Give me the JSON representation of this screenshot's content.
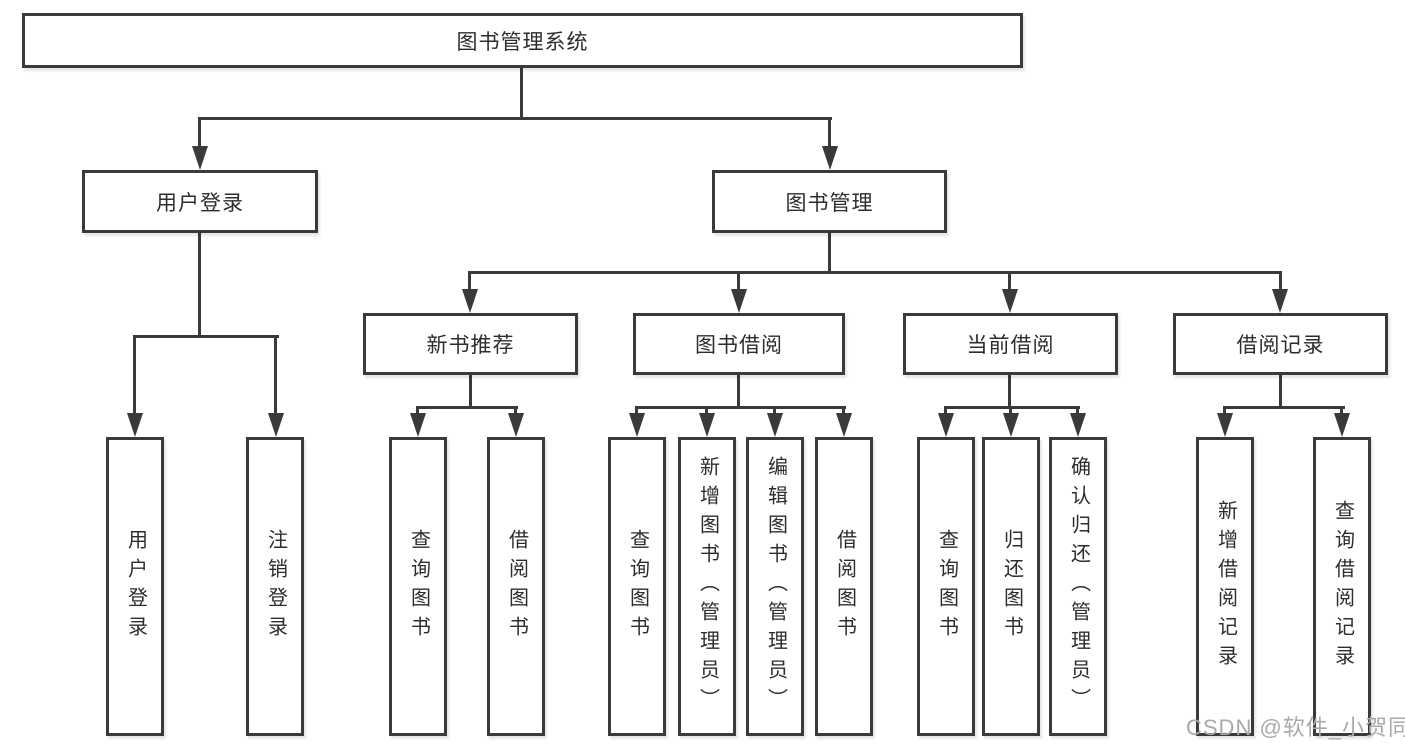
{
  "diagram": {
    "title_node": "图书管理系统",
    "branches": [
      {
        "label": "用户登录",
        "children": [
          {
            "label": "用户登录"
          },
          {
            "label": "注销登录"
          }
        ]
      },
      {
        "label": "图书管理",
        "children": [
          {
            "label": "新书推荐",
            "children": [
              {
                "label": "查询图书"
              },
              {
                "label": "借阅图书"
              }
            ]
          },
          {
            "label": "图书借阅",
            "children": [
              {
                "label": "查询图书"
              },
              {
                "label": "新增图书（管理员）"
              },
              {
                "label": "编辑图书（管理员）"
              },
              {
                "label": "借阅图书"
              }
            ]
          },
          {
            "label": "当前借阅",
            "children": [
              {
                "label": "查询图书"
              },
              {
                "label": "归还图书"
              },
              {
                "label": "确认归还（管理员）"
              }
            ]
          },
          {
            "label": "借阅记录",
            "children": [
              {
                "label": "新增借阅记录"
              },
              {
                "label": "查询借阅记录"
              }
            ]
          }
        ]
      }
    ]
  },
  "watermark": {
    "text": "CSDN @软件_小贺同学"
  },
  "colors": {
    "line": "#3a3a3a",
    "border": "#3a3a3a",
    "text": "#2d2d2d",
    "watermark": "#a9a9a9",
    "bg": "#ffffff"
  }
}
